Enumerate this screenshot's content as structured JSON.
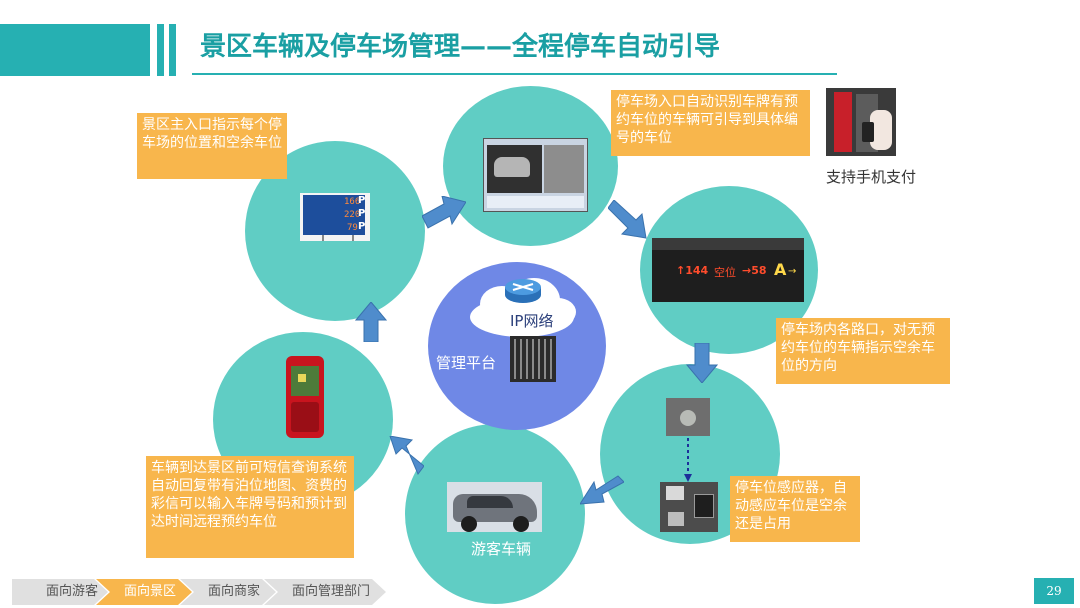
{
  "header": {
    "title": "景区车辆及停车场管理——全程停车自动引导"
  },
  "center": {
    "network_label": "IP网络",
    "platform_label": "管理平台"
  },
  "callouts": {
    "entrance": "景区主入口指示每个停车场的位置和空余车位",
    "plate": "停车场入口自动识别车牌有预约车位的车辆可引导到具体编号的车位",
    "intersection": "停车场内各路口，对无预约车位的车辆指示空余车位的方向",
    "sensor": "停车位感应器，自动感应车位是空余还是占用",
    "sms": "车辆到达景区前可短信查询系统自动回复带有泊位地图、资费的彩信可以输入车牌号码和预计到达时间远程预约车位"
  },
  "labels": {
    "mobile_pay": "支持手机支付",
    "tourist_car": "游客车辆"
  },
  "sign_values": [
    "166",
    "220",
    "79"
  ],
  "led_text": {
    "left": "↑144",
    "mid": "空位",
    "right": "→58"
  },
  "nav": [
    {
      "label": "面向游客",
      "active": false
    },
    {
      "label": "面向景区",
      "active": true
    },
    {
      "label": "面向商家",
      "active": false
    },
    {
      "label": "面向管理部门",
      "active": false
    }
  ],
  "page_number": "29",
  "colors": {
    "teal": "#26b0b2",
    "circle": "#60cdc4",
    "orange": "#f8b64c",
    "blue_arrow": "#4f8ccc"
  }
}
